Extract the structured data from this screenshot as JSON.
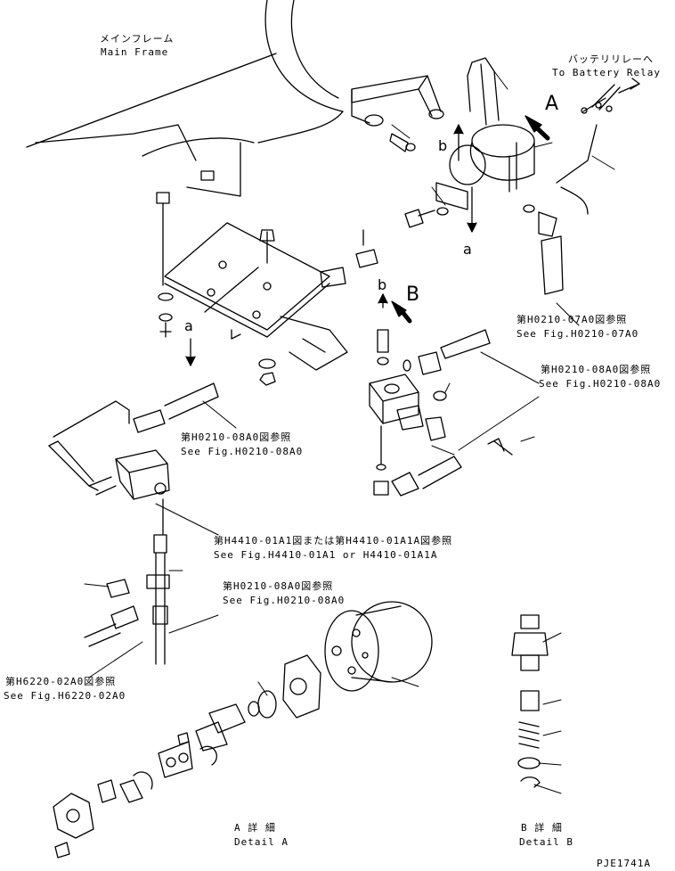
{
  "labels": {
    "main_frame_ja": "メインフレーム",
    "main_frame_en": "Main Frame",
    "battery_ja": "バッテリリレーへ",
    "battery_en": "To Battery Relay",
    "fig_0710_ja": "第H0210-07A0図参照",
    "fig_0710_en": "See Fig.H0210-07A0",
    "fig_0810_ja_1": "第H0210-08A0図参照",
    "fig_0810_en_1": "See Fig.H0210-08A0",
    "fig_0810_ja_2": "第H0210-08A0図参照",
    "fig_0810_en_2": "See Fig.H0210-08A0",
    "fig_4410_ja": "第H4410-01A1図または第H4410-01A1A図参照",
    "fig_4410_en": "See Fig.H4410-01A1 or H4410-01A1A",
    "fig_0810_ja_3": "第H0210-08A0図参照",
    "fig_0810_en_3": "See Fig.H0210-08A0",
    "fig_6220_ja": "第H6220-02A0図参照",
    "fig_6220_en": "See Fig.H6220-02A0",
    "detail_a_ja": "A 詳 細",
    "detail_a_en": "Detail A",
    "detail_b_ja": "B 詳 細",
    "detail_b_en": "Detail B",
    "drawing_code": "PJE1741A"
  },
  "markers": {
    "view_a": "A",
    "view_b": "B",
    "arrow_a_upper": "a",
    "arrow_b_upper": "b",
    "arrow_a_lower": "a",
    "arrow_b_lower": "b"
  }
}
